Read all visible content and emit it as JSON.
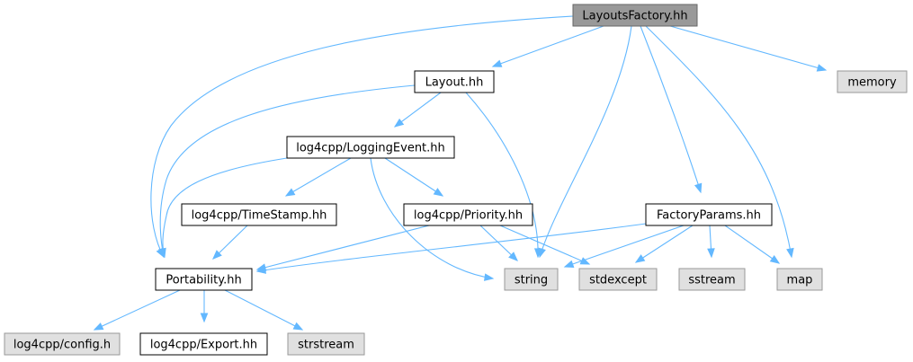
{
  "colors": {
    "edge": "#63b8ff",
    "root_fill": "#999999",
    "root_stroke": "#666666",
    "node_fill": "#ffffff",
    "node_stroke": "#000000",
    "external_fill": "#e0e0e0",
    "external_stroke": "#999999"
  },
  "nodes": [
    {
      "id": "layoutsfactory",
      "label": "LayoutsFactory.hh",
      "kind": "root"
    },
    {
      "id": "layout",
      "label": "Layout.hh",
      "kind": "local"
    },
    {
      "id": "memory",
      "label": "memory",
      "kind": "external"
    },
    {
      "id": "loggingevent",
      "label": "log4cpp/LoggingEvent.hh",
      "kind": "local"
    },
    {
      "id": "timestamp",
      "label": "log4cpp/TimeStamp.hh",
      "kind": "local"
    },
    {
      "id": "priority",
      "label": "log4cpp/Priority.hh",
      "kind": "local"
    },
    {
      "id": "factoryparams",
      "label": "FactoryParams.hh",
      "kind": "local"
    },
    {
      "id": "portability",
      "label": "Portability.hh",
      "kind": "local"
    },
    {
      "id": "string",
      "label": "string",
      "kind": "external"
    },
    {
      "id": "stdexcept",
      "label": "stdexcept",
      "kind": "external"
    },
    {
      "id": "sstream",
      "label": "sstream",
      "kind": "external"
    },
    {
      "id": "map",
      "label": "map",
      "kind": "external"
    },
    {
      "id": "config",
      "label": "log4cpp/config.h",
      "kind": "external"
    },
    {
      "id": "export",
      "label": "log4cpp/Export.hh",
      "kind": "local"
    },
    {
      "id": "strstream",
      "label": "strstream",
      "kind": "external"
    }
  ],
  "edges": [
    {
      "from": "layoutsfactory",
      "to": "layout"
    },
    {
      "from": "layoutsfactory",
      "to": "memory"
    },
    {
      "from": "layoutsfactory",
      "to": "portability"
    },
    {
      "from": "layoutsfactory",
      "to": "string"
    },
    {
      "from": "layoutsfactory",
      "to": "factoryparams"
    },
    {
      "from": "layoutsfactory",
      "to": "map"
    },
    {
      "from": "layout",
      "to": "loggingevent"
    },
    {
      "from": "layout",
      "to": "portability"
    },
    {
      "from": "layout",
      "to": "string"
    },
    {
      "from": "loggingevent",
      "to": "timestamp"
    },
    {
      "from": "loggingevent",
      "to": "priority"
    },
    {
      "from": "loggingevent",
      "to": "portability"
    },
    {
      "from": "loggingevent",
      "to": "string"
    },
    {
      "from": "timestamp",
      "to": "portability"
    },
    {
      "from": "priority",
      "to": "portability"
    },
    {
      "from": "priority",
      "to": "string"
    },
    {
      "from": "priority",
      "to": "stdexcept"
    },
    {
      "from": "factoryparams",
      "to": "portability"
    },
    {
      "from": "factoryparams",
      "to": "string"
    },
    {
      "from": "factoryparams",
      "to": "stdexcept"
    },
    {
      "from": "factoryparams",
      "to": "sstream"
    },
    {
      "from": "factoryparams",
      "to": "map"
    },
    {
      "from": "portability",
      "to": "config"
    },
    {
      "from": "portability",
      "to": "export"
    },
    {
      "from": "portability",
      "to": "strstream"
    }
  ]
}
